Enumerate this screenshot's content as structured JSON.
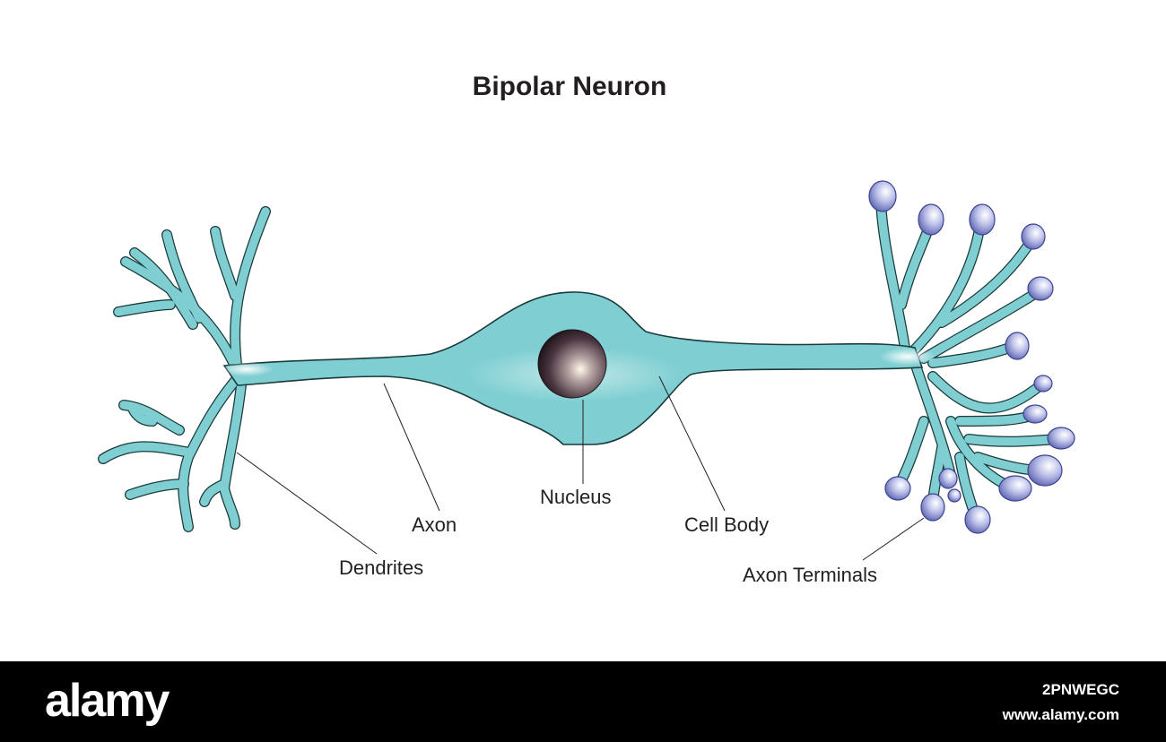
{
  "title": "Bipolar Neuron",
  "labels": {
    "nucleus": "Nucleus",
    "axon": "Axon",
    "cell_body": "Cell Body",
    "dendrites": "Dendrites",
    "axon_terminals": "Axon Terminals"
  },
  "colors": {
    "membrane": "#7fcfd2",
    "outline": "#1a3a3c",
    "nucleus": "#3a2630",
    "terminal": "#7f86c8",
    "footer": "#000000"
  },
  "footer": {
    "logo": "alamy",
    "image_id": "2PNWEGC",
    "url": "www.alamy.com"
  }
}
